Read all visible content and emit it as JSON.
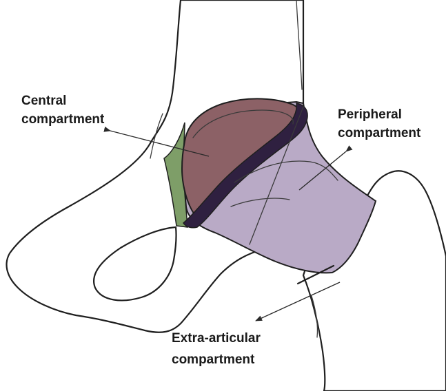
{
  "labels": {
    "central_line1": "Central",
    "central_line2": "compartment",
    "peripheral_line1": "Peripheral",
    "peripheral_line2": "compartment",
    "extra_line1": "Extra-articular",
    "extra_line2": "compartment"
  },
  "colors": {
    "bone": "#dfe6d4",
    "bone_stroke": "#1f1f1f",
    "central": "#8c6166",
    "labrum": "#2f2040",
    "peripheral": "#b9aac6",
    "green_fat": "#7e9e68",
    "foramen": "#d3f0f4"
  }
}
